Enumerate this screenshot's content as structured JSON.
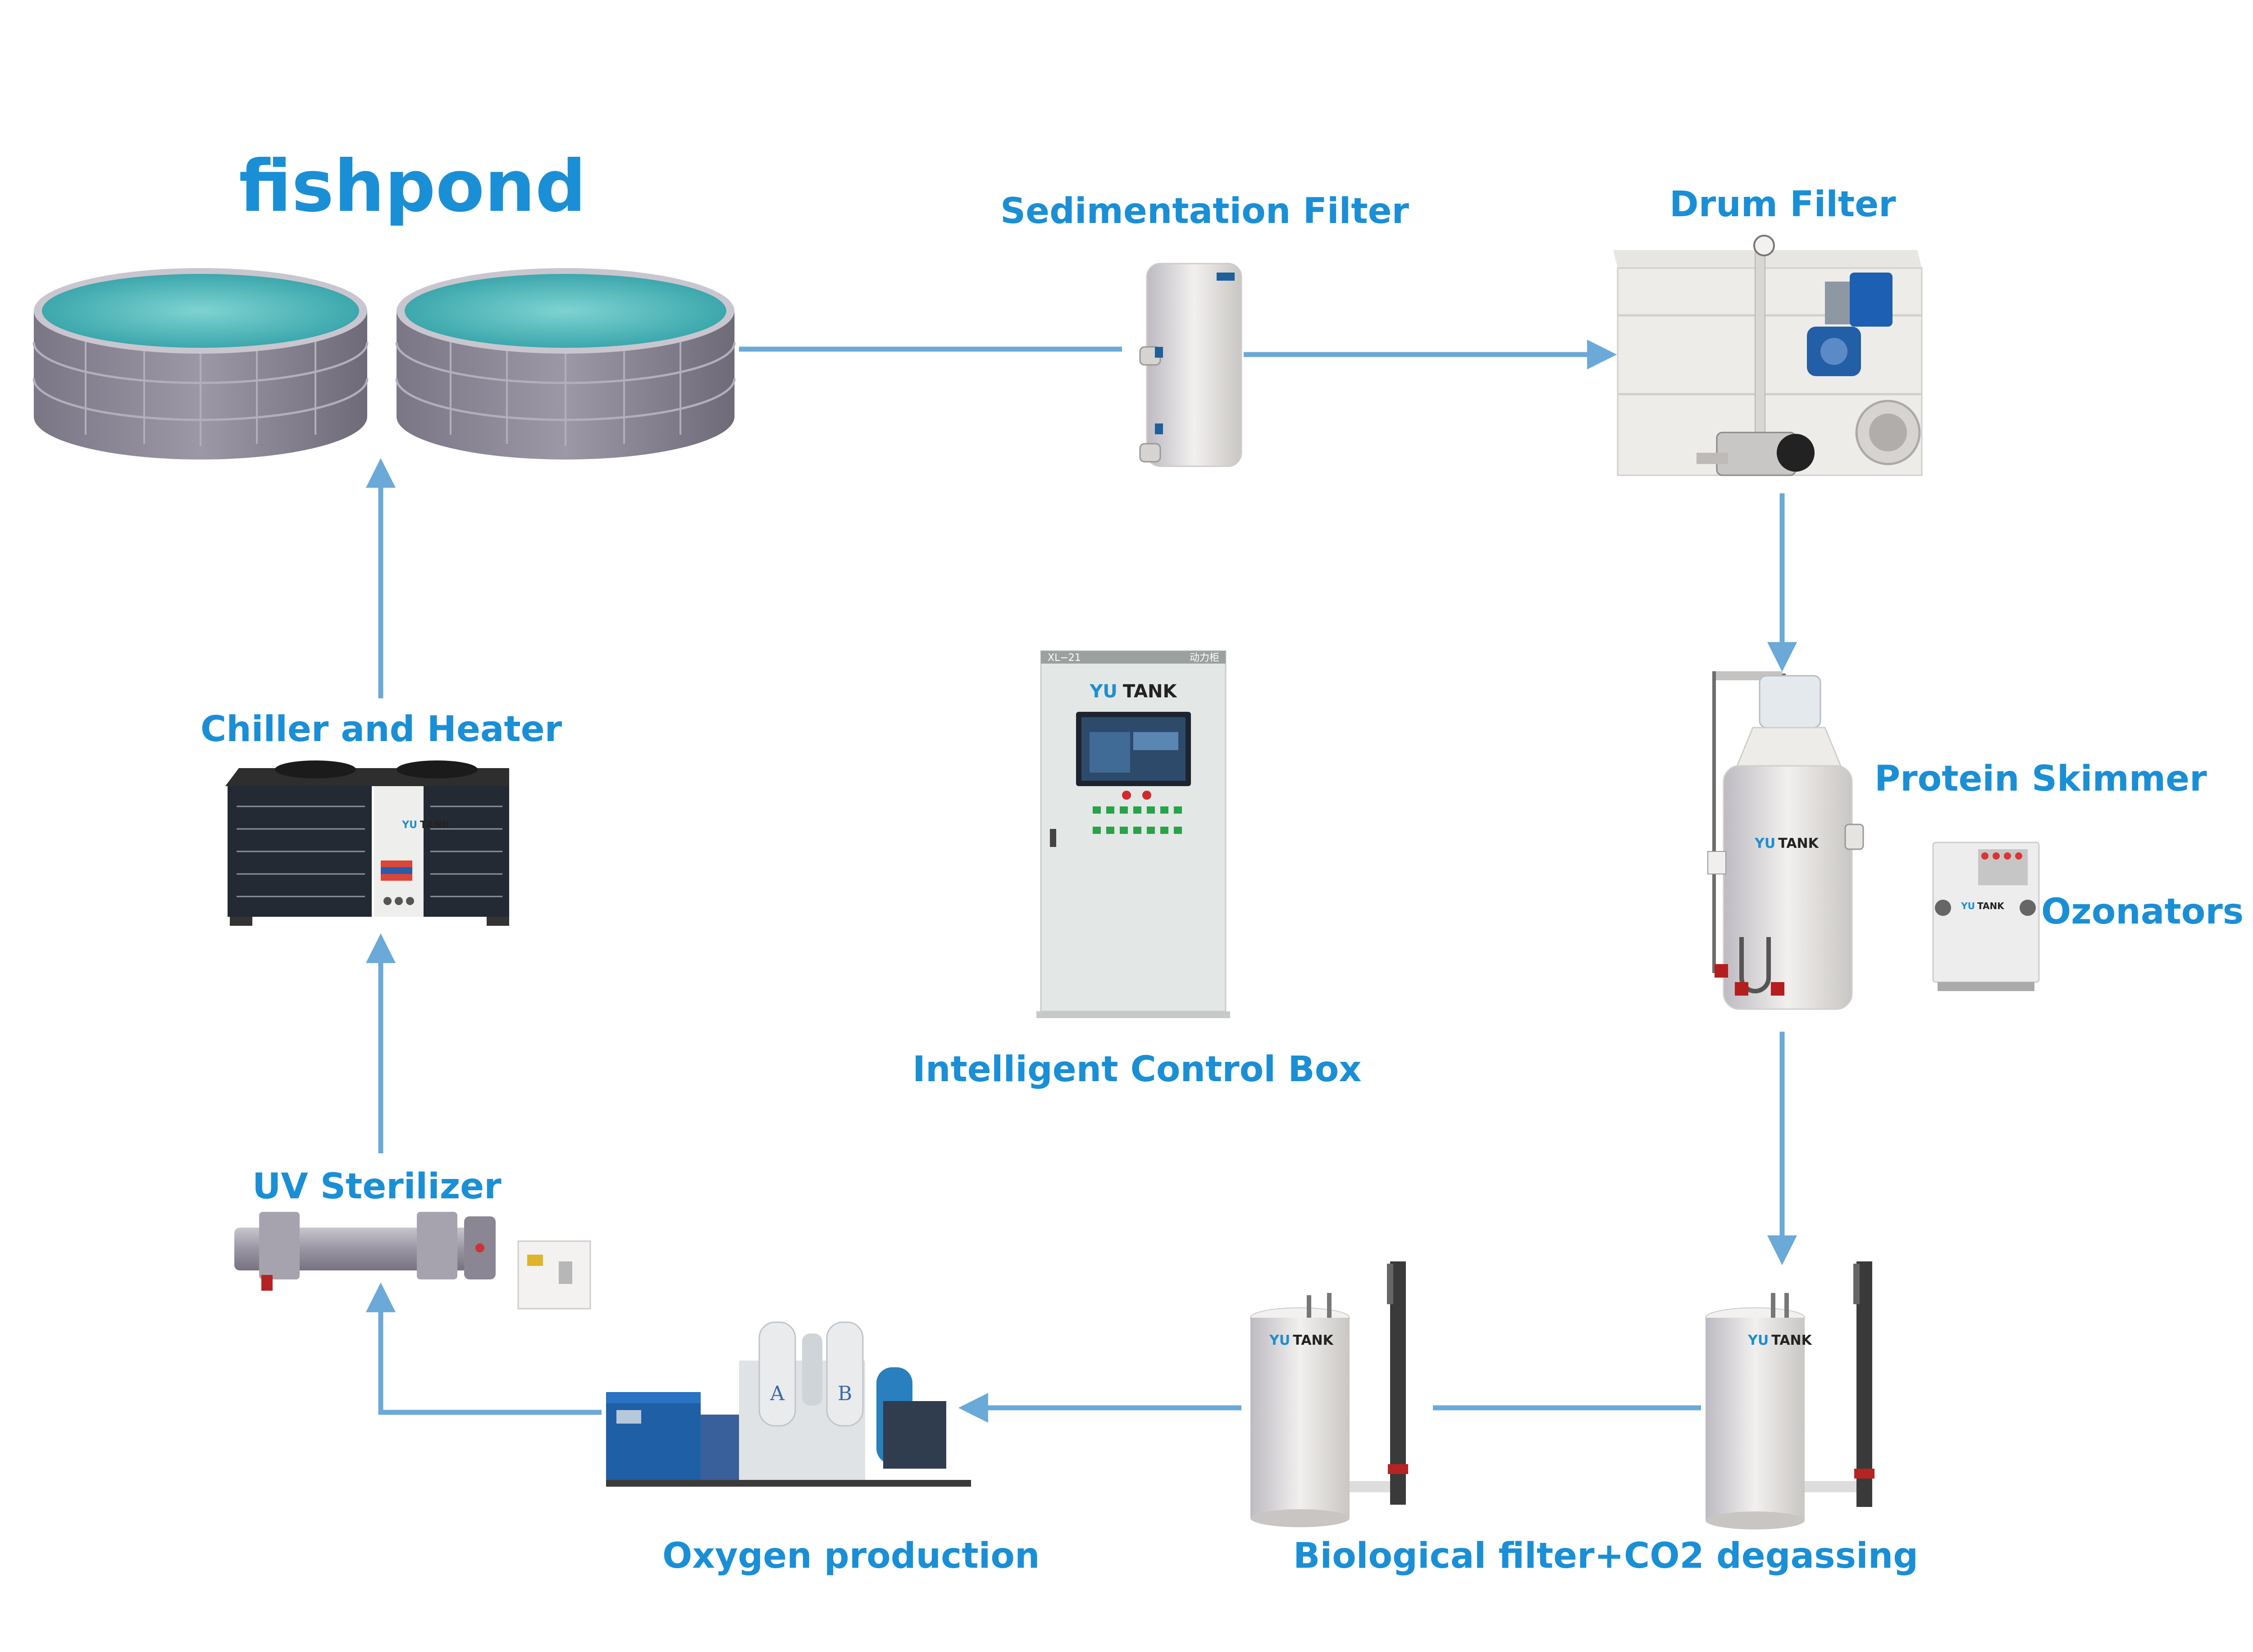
{
  "colors": {
    "label": "#1a8fd6",
    "arrow": "#6aa9d8",
    "water": "#3fb0b4",
    "tank_gray": "#8f8a98",
    "equipment_white": "#f0eeec",
    "cabinet": "#e3e7e5",
    "brand_blue": "#1f8ed0"
  },
  "labels": {
    "fishpond": "fishpond",
    "sedimentation_filter": "Sedimentation Filter",
    "drum_filter": "Drum Filter",
    "protein_skimmer": "Protein Skimmer",
    "ozonators": "Ozonators",
    "chiller_heater": "Chiller and Heater",
    "control_box": "Intelligent Control Box",
    "uv_sterilizer": "UV Sterilizer",
    "oxygen_production": "Oxygen production",
    "biofilter_degassing": "Biological filter+CO2 degassing"
  },
  "equipment_text": {
    "brand_yu": "YU",
    "brand_tank": "TANK",
    "cabinet_model": "XL−21",
    "cabinet_tag": "动力柜",
    "oxygen_tank_a": "A",
    "oxygen_tank_b": "B"
  },
  "icons": [
    "arrow-right-icon",
    "arrow-down-icon",
    "arrow-left-icon",
    "arrow-up-icon"
  ]
}
